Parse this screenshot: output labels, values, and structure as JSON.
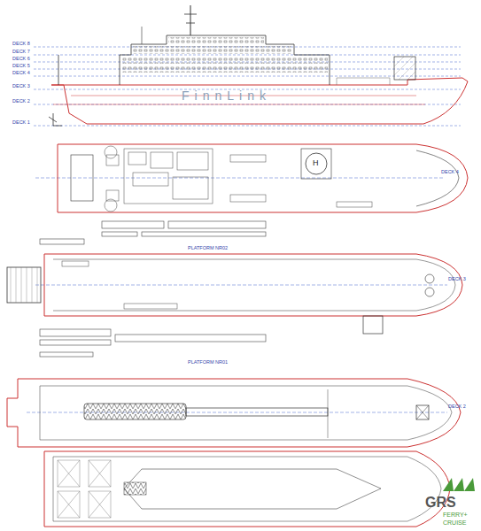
{
  "diagram": {
    "labels": [
      "DECK 8",
      "DECK 7",
      "DECK 6",
      "DECK 5",
      "DECK 4",
      "DECK 3",
      "DECK 2",
      "DECK 1",
      "FinnLink",
      "DECK 4",
      "H",
      "PLATFORM NR02",
      "DECK 3",
      "PLATFORM NR01",
      "DECK 2",
      "GRS",
      "FERRY+",
      "CRUISE"
    ]
  }
}
